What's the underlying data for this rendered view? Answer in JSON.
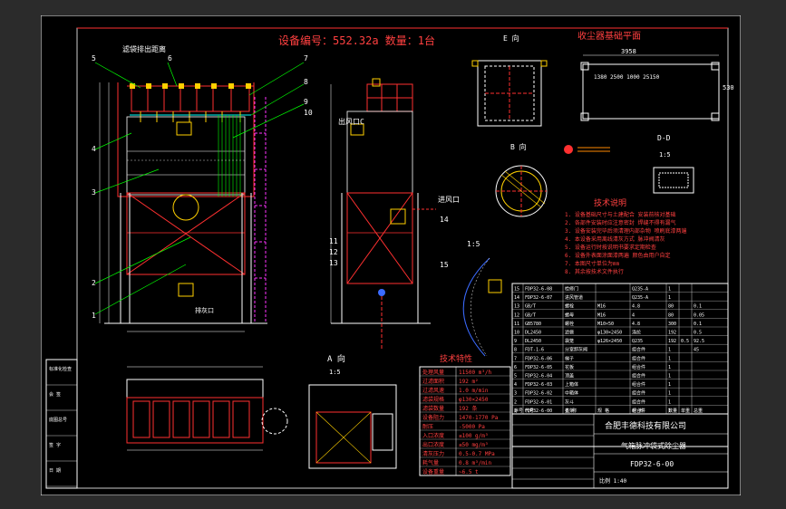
{
  "drawing": {
    "title": "设备编号：552.32a 数量：1台",
    "foundation_title": "收尘器基础平面",
    "view_top": "E 向",
    "view_b": "B 向",
    "section_dd": "D-D",
    "scale_dd": "1:5",
    "view_a": "A 向",
    "scale_a": "1:5",
    "scale_mid": "1:5",
    "label_outlet_sys": "滤袋排出距离",
    "label_outlet": "出风口C",
    "label_inlet": "进风口",
    "label_ash": "排灰口",
    "dim_total": "3958",
    "dim_530": "530",
    "dim_mid": "1380 2500 1000 25150",
    "callouts": [
      "5",
      "6",
      "7",
      "8",
      "9",
      "10",
      "4",
      "3",
      "2",
      "1",
      "11",
      "12",
      "13",
      "14",
      "15"
    ]
  },
  "tech_notes": {
    "title": "技术说明",
    "lines": [
      "1. 设备基础尺寸与土建配合 安装前核对基础",
      "2. 各部件安装时应注意密封 焊缝不得有漏气",
      "3. 设备安装完毕后须清理内部杂物 喷刷底漆两遍",
      "4. 本设备采用离线清灰方式 脉冲阀清灰",
      "5. 设备运行时按说明书要求定期检查",
      "6. 设备外表面涂面漆两遍 颜色由用户自定",
      "7. 本图尺寸单位为mm",
      "8. 其余按技术文件执行"
    ]
  },
  "tech_specs": {
    "title": "技术特性",
    "rows": [
      [
        "处理风量",
        "11500 m³/h"
      ],
      [
        "过滤面积",
        "192 m²"
      ],
      [
        "过滤风速",
        "1.0 m/min"
      ],
      [
        "滤袋规格",
        "φ130×2450"
      ],
      [
        "滤袋数量",
        "192 条"
      ],
      [
        "设备阻力",
        "1470-1770 Pa"
      ],
      [
        "耐压",
        "-5000 Pa"
      ],
      [
        "入口浓度",
        "≤100 g/m³"
      ],
      [
        "出口浓度",
        "≤50 mg/m³"
      ],
      [
        "清灰压力",
        "0.5-0.7 MPa"
      ],
      [
        "耗气量",
        "0.8 m³/min"
      ],
      [
        "设备重量",
        "~6.5 t"
      ]
    ]
  },
  "bom": {
    "rows": [
      [
        "15",
        "FDP32-6-08",
        "检修门",
        "",
        "Q235-A",
        "1",
        "",
        ""
      ],
      [
        "14",
        "FDP32-6-07",
        "进风管道",
        "",
        "Q235-A",
        "1",
        "",
        ""
      ],
      [
        "13",
        "GB/T",
        "螺栓",
        "M16",
        "4.8",
        "80",
        "",
        "0.1"
      ],
      [
        "12",
        "GB/T",
        "螺母",
        "M16",
        "4",
        "80",
        "",
        "0.05"
      ],
      [
        "11",
        "GB5780",
        "螺栓",
        "M10×50",
        "4.8",
        "300",
        "",
        "0.1"
      ],
      [
        "10",
        "DL2450",
        "滤袋",
        "φ130×2450",
        "涤纶",
        "192",
        "",
        "0.5"
      ],
      [
        "9",
        "DL2450",
        "袋笼",
        "φ126×2450",
        "Q235",
        "192",
        "0.5",
        "92.5"
      ],
      [
        "8",
        "FDT-1-6",
        "分室卸灰阀",
        "",
        "组合件",
        "1",
        "",
        "45"
      ],
      [
        "7",
        "FDP32-6-06",
        "梯子",
        "",
        "组合件",
        "1",
        "",
        ""
      ],
      [
        "6",
        "FDP32-6-05",
        "花板",
        "",
        "组合件",
        "1",
        "",
        ""
      ],
      [
        "5",
        "FDP32-6-04",
        "顶盖",
        "",
        "组合件",
        "1",
        "",
        ""
      ],
      [
        "4",
        "FDP32-6-03",
        "上箱体",
        "",
        "组合件",
        "1",
        "",
        ""
      ],
      [
        "3",
        "FDP32-6-02",
        "中箱体",
        "",
        "组合件",
        "1",
        "",
        ""
      ],
      [
        "2",
        "FDP32-6-01",
        "灰斗",
        "",
        "组合件",
        "1",
        "",
        ""
      ],
      [
        "1",
        "FDP32-6-00",
        "支架",
        "",
        "组合件",
        "1",
        "",
        ""
      ]
    ],
    "header": [
      "序号",
      "代号",
      "名 称",
      "规 格",
      "材 料",
      "数量",
      "单重",
      "总重"
    ]
  },
  "title_block": {
    "company": "合肥丰德科技有限公司",
    "drawing_name": "气箱脉冲袋式除尘器",
    "drawing_no": "FDP32-6-00",
    "scale": "比例 1:40",
    "left_labels": [
      "标准化检查",
      "会 签",
      "底图总号",
      "签 字",
      "日 期"
    ]
  }
}
